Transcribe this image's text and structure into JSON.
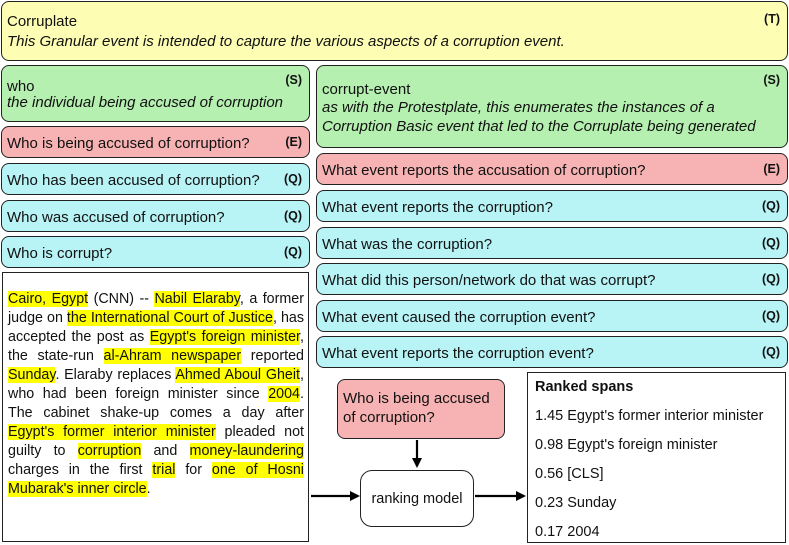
{
  "template": {
    "title": "Corruplate",
    "description": "This Granular event is intended to capture the various aspects of a corruption event.",
    "tag": "(T)"
  },
  "slot_who": {
    "name": "who",
    "description": "the individual being accused of corruption",
    "tag": "(S)",
    "questions": [
      {
        "text": "Who is being accused of corruption?",
        "tag": "(E)"
      },
      {
        "text": "Who has been accused of corruption?",
        "tag": "(Q)"
      },
      {
        "text": "Who was accused of corruption?",
        "tag": "(Q)"
      },
      {
        "text": "Who is corrupt?",
        "tag": "(Q)"
      }
    ]
  },
  "slot_event": {
    "name": "corrupt-event",
    "description_line1": "as with the Protestplate, this enumerates the instances of a",
    "description_line2": "Corruption Basic event that led to the Corruplate being generated",
    "tag": "(S)",
    "questions": [
      {
        "text": "What event reports the accusation of corruption?",
        "tag": "(E)"
      },
      {
        "text": "What event reports the corruption?",
        "tag": "(Q)"
      },
      {
        "text": "What was the corruption?",
        "tag": "(Q)"
      },
      {
        "text": "What did this person/network do that was corrupt?",
        "tag": "(Q)"
      },
      {
        "text": "What event caused the corruption event?",
        "tag": "(Q)"
      },
      {
        "text": "What event reports the corruption event?",
        "tag": "(Q)"
      }
    ]
  },
  "passage": {
    "t1": "Cairo, Egypt",
    "t2": " (CNN) -- ",
    "t3": "Nabil Elaraby",
    "t4": ", a former judge on ",
    "t5": "the International Court of Justice",
    "t6": ", has accepted the post as ",
    "t7": "Egypt's foreign minister",
    "t8": ", the state-run ",
    "t9": "al-Ahram newspaper",
    "t10": " reported ",
    "t11": "Sunday",
    "t12": ". Elaraby replaces ",
    "t13": "Ahmed Aboul Gheit",
    "t14": ", who had been foreign minister since ",
    "t15": "2004",
    "t16": ". The cabinet shake-up comes a day after ",
    "t17": "Egypt's former interior minister",
    "t18": " pleaded not guilty to ",
    "t19": "corruption",
    "t20": " and ",
    "t21": "money-laundering",
    "t22": " charges in the first ",
    "t23": "trial",
    "t24": " for ",
    "t25": "one of Hosni Mubarak's inner circle",
    "t26": "."
  },
  "query": {
    "line1": "Who is being accused",
    "line2": "of corruption?"
  },
  "model": {
    "label": "ranking model"
  },
  "ranked": {
    "title": "Ranked spans",
    "items": [
      "1.45 Egypt's former interior minister",
      "0.98 Egypt's foreign minister",
      "0.56 [CLS]",
      "0.23 Sunday",
      "0.17 2004"
    ]
  }
}
